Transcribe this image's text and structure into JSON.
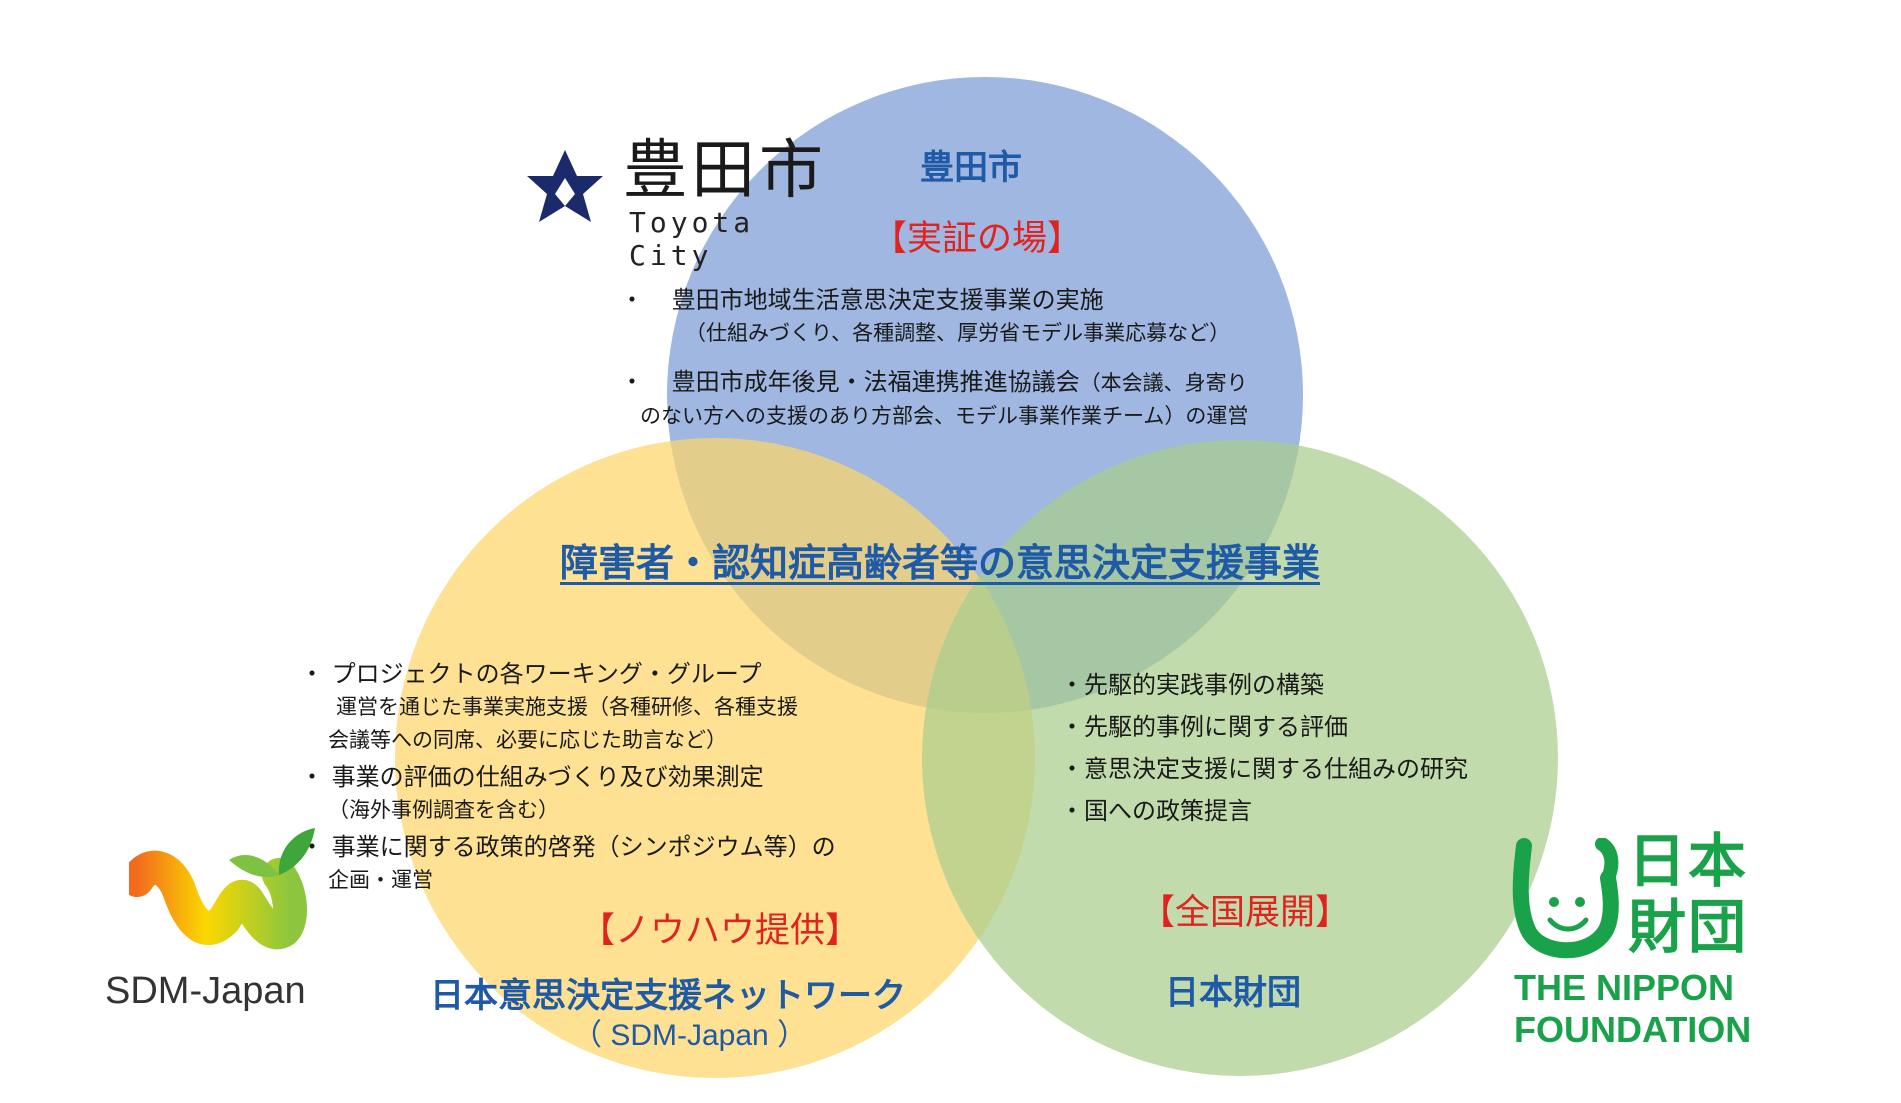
{
  "colors": {
    "toyota_circle": "#8eaadc",
    "sdm_circle": "#fdd56a",
    "nippon_circle": "#a9cd8c",
    "title_blue": "#1f5aa6",
    "role_red": "#e0231f",
    "nippon_green": "#1aa24a"
  },
  "toyota": {
    "logo_jp": "豊田市",
    "logo_en": "Toyota City",
    "name": "豊田市",
    "role": "【実証の場】",
    "items": [
      {
        "bullet": "・",
        "line1": "豊田市地域生活意思決定支援事業の実施",
        "line2": "（仕組みづくり、各種調整、厚労省モデル事業応募など）"
      },
      {
        "bullet": "・",
        "line1": "豊田市成年後見・法福連携推進協議会",
        "line1_small": "（本会議、身寄り",
        "line2": "のない方への支援のあり方部会、モデル事業作業チーム）の運営"
      }
    ]
  },
  "center": {
    "title": "障害者・認知症高齢者等の意思決定支援事業"
  },
  "sdm": {
    "logo_text": "SDM-Japan",
    "name": "日本意思決定支援ネットワーク",
    "name_sub": "（ SDM-Japan ）",
    "role": "【ノウハウ提供】",
    "items": [
      {
        "line1": "・ プロジェクトの各ワーキング・グループ",
        "line2": "運営を通じた事業実施支援（各種研修、各種支援",
        "line3": "会議等への同席、必要に応じた助言など）"
      },
      {
        "line1": "・ 事業の評価の仕組みづくり及び効果測定",
        "line2": "（海外事例調査を含む）"
      },
      {
        "line1": "・ 事業に関する政策的啓発（シンポジウム等）の",
        "line2": "企画・運営"
      }
    ]
  },
  "nippon": {
    "name": "日本財団",
    "role": "【全国展開】",
    "logo_jp_1": "日本",
    "logo_jp_2": "財団",
    "logo_en_1": "THE NIPPON",
    "logo_en_2": "FOUNDATION",
    "items": [
      "・先駆的実践事例の構築",
      "・先駆的事例に関する評価",
      "・意思決定支援に関する仕組みの研究",
      "・国への政策提言"
    ]
  }
}
